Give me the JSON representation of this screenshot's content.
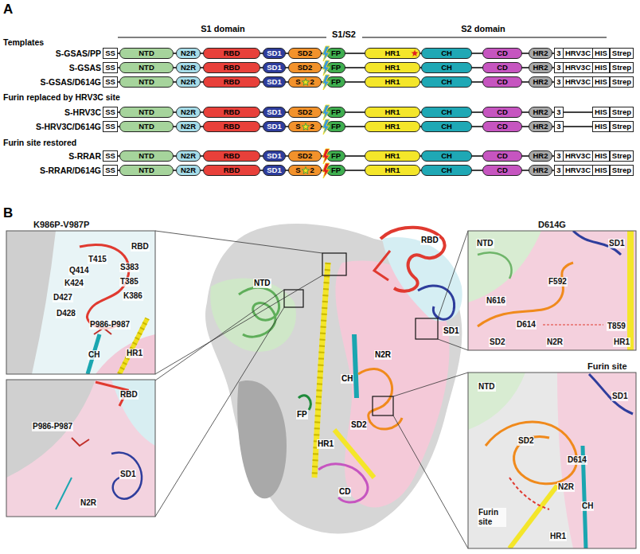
{
  "diagram": {
    "nodes": [
      {
        "text": [
          "SS"
        ]
      },
      {
        "text": [
          "NTD"
        ]
      },
      {
        "text": [
          "N2R"
        ]
      },
      {
        "text": [
          "RBD"
        ]
      },
      {
        "text": [
          "SD1"
        ]
      },
      {
        "text": [
          "SD2"
        ]
      },
      {
        "text": [
          "FP"
        ]
      },
      {
        "text": [
          "HR1"
        ]
      },
      {
        "text": [
          "CH"
        ]
      },
      {
        "text": [
          "CD"
        ]
      },
      {
        "text": [
          "HR2"
        ]
      },
      {
        "text": [
          "3"
        ]
      },
      {
        "text": [
          "HRV3C"
        ]
      },
      {
        "text": [
          "HIS"
        ]
      },
      {
        "text": [
          "Strep"
        ]
      },
      {
        "text": [
          "SS"
        ]
      },
      {
        "text": [
          "NTD"
        ]
      },
      {
        "text": [
          "N2R"
        ]
      },
      {
        "text": [
          "RBD"
        ]
      },
      {
        "text": [
          "SD1"
        ]
      },
      {
        "text": [
          "SD2"
        ]
      },
      {
        "text": [
          "FP"
        ]
      },
      {
        "text": [
          "HR1"
        ]
      },
      {
        "text": [
          "CH"
        ]
      },
      {
        "text": [
          "CD"
        ]
      },
      {
        "text": [
          "HR2"
        ]
      },
      {
        "text": [
          "3"
        ]
      },
      {
        "text": [
          "HRV3C"
        ]
      },
      {
        "text": [
          "HIS"
        ]
      },
      {
        "text": [
          "Strep"
        ]
      },
      {
        "text": [
          "SS"
        ]
      },
      {
        "text": [
          "NTD"
        ]
      },
      {
        "text": [
          "N2R"
        ]
      },
      {
        "text": [
          "RBD"
        ]
      },
      {
        "text": [
          "SD1"
        ]
      },
      {
        "text": [
          "S",
          "2"
        ]
      },
      {
        "text": [
          "FP"
        ]
      },
      {
        "text": [
          "HR1"
        ]
      },
      {
        "text": [
          "CH"
        ]
      },
      {
        "text": [
          "CD"
        ]
      },
      {
        "text": [
          "HR2"
        ]
      },
      {
        "text": [
          "3"
        ]
      },
      {
        "text": [
          "HRV3C"
        ]
      },
      {
        "text": [
          "HIS"
        ]
      },
      {
        "text": [
          "Strep"
        ]
      },
      {
        "text": [
          "SS"
        ]
      },
      {
        "text": [
          "NTD"
        ]
      },
      {
        "text": [
          "N2R"
        ]
      },
      {
        "text": [
          "RBD"
        ]
      },
      {
        "text": [
          "SD1"
        ]
      },
      {
        "text": [
          "SD2"
        ]
      },
      {
        "text": [
          "FP"
        ]
      },
      {
        "text": [
          "HR1"
        ]
      },
      {
        "text": [
          "CH"
        ]
      },
      {
        "text": [
          "CD"
        ]
      },
      {
        "text": [
          "HR2"
        ]
      },
      {
        "text": [
          "3"
        ]
      },
      {
        "text": [
          "HIS"
        ]
      },
      {
        "text": [
          "Strep"
        ]
      },
      {
        "text": [
          "SS"
        ]
      },
      {
        "text": [
          "NTD"
        ]
      },
      {
        "text": [
          "N2R"
        ]
      },
      {
        "text": [
          "RBD"
        ]
      },
      {
        "text": [
          "SD1"
        ]
      },
      {
        "text": [
          "S",
          "2"
        ]
      },
      {
        "text": [
          "FP"
        ]
      },
      {
        "text": [
          "HR1"
        ]
      },
      {
        "text": [
          "CH"
        ]
      },
      {
        "text": [
          "CD"
        ]
      },
      {
        "text": [
          "HR2"
        ]
      },
      {
        "text": [
          "3"
        ]
      },
      {
        "text": [
          "HIS"
        ]
      },
      {
        "text": [
          "Strep"
        ]
      },
      {
        "text": [
          "SS"
        ]
      },
      {
        "text": [
          "NTD"
        ]
      },
      {
        "text": [
          "N2R"
        ]
      },
      {
        "text": [
          "RBD"
        ]
      },
      {
        "text": [
          "SD1"
        ]
      },
      {
        "text": [
          "SD2"
        ]
      },
      {
        "text": [
          "FP"
        ]
      },
      {
        "text": [
          "HR1"
        ]
      },
      {
        "text": [
          "CH"
        ]
      },
      {
        "text": [
          "CD"
        ]
      },
      {
        "text": [
          "HR2"
        ]
      },
      {
        "text": [
          "3"
        ]
      },
      {
        "text": [
          "HRV3C"
        ]
      },
      {
        "text": [
          "HIS"
        ]
      },
      {
        "text": [
          "Strep"
        ]
      },
      {
        "text": [
          "SS"
        ]
      },
      {
        "text": [
          "NTD"
        ]
      },
      {
        "text": [
          "N2R"
        ]
      },
      {
        "text": [
          "RBD"
        ]
      },
      {
        "text": [
          "SD1"
        ]
      },
      {
        "text": [
          "S",
          "2"
        ]
      },
      {
        "text": [
          "FP"
        ]
      },
      {
        "text": [
          "HR1"
        ]
      },
      {
        "text": [
          "CH"
        ]
      },
      {
        "text": [
          "CD"
        ]
      },
      {
        "text": [
          "HR2"
        ]
      },
      {
        "text": [
          "3"
        ]
      },
      {
        "text": [
          "HRV3C"
        ]
      },
      {
        "text": [
          "HIS"
        ]
      },
      {
        "text": [
          "Strep"
        ]
      },
      {
        "text": [
          "K986P-V987P",
          "T415",
          "Q414",
          "K424",
          "D427",
          "D428",
          "S383",
          "T385",
          "K386",
          "RBD",
          "P986-P987",
          "CH",
          "HR1"
        ]
      },
      {
        "text": [
          "RBD",
          "P986-P987",
          "SD1",
          "N2R"
        ]
      },
      {
        "text": [
          "D614G",
          "NTD",
          "SD1",
          "F592",
          "N616",
          "D614",
          "T859",
          "SD2",
          "N2R",
          "HR1"
        ]
      },
      {
        "text": [
          "Furin site",
          "NTD",
          "SD1",
          "D614",
          "SD2",
          "N2R",
          "CH",
          "Furin site",
          "HR1"
        ]
      }
    ],
    "labels": [
      "A",
      "S1 domain",
      "S1/S2",
      "S2 domain",
      "Templates",
      "S-GSAS/PP",
      "S-GSAS",
      "S-GSAS/D614G",
      "Furin replaced by HRV3C site",
      "S-HRV3C",
      "S-HRV3C/D614G",
      "Furin site restored",
      "S-RRAR",
      "S-RRAR/D614G",
      "B",
      "RBD",
      "NTD",
      "SD1",
      "N2R",
      "SD2",
      "FP",
      "HR1",
      "CH",
      "CD"
    ]
  }
}
